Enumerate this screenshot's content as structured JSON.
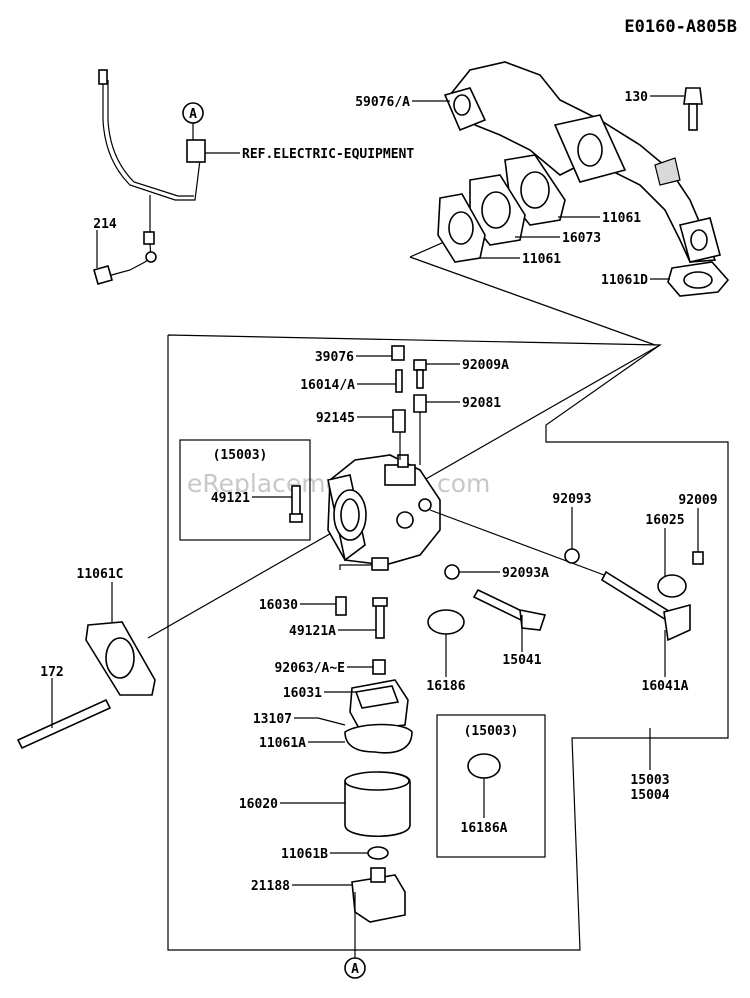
{
  "diagram_id": "E0160-A805B",
  "watermark": "eReplacementParts.com",
  "callout_letter": "A",
  "ref_note": "REF.ELECTRIC-EQUIPMENT",
  "subassembly_label": "(15003)",
  "parts": {
    "p59076": "59076/A",
    "p130": "130",
    "p214": "214",
    "p11061_a": "11061",
    "p16073": "16073",
    "p11061_b": "11061",
    "p11061D": "11061D",
    "p39076": "39076",
    "p92009A": "92009A",
    "p16014": "16014/A",
    "p92081": "92081",
    "p92145": "92145",
    "p49121": "49121",
    "p92093": "92093",
    "p92009": "92009",
    "p16025": "16025",
    "p11061C": "11061C",
    "p92093A": "92093A",
    "p16030": "16030",
    "p49121A": "49121A",
    "p15041": "15041",
    "p172": "172",
    "p92063": "92063/A~E",
    "p16186": "16186",
    "p16041A": "16041A",
    "p16031": "16031",
    "p13107": "13107",
    "p11061A": "11061A",
    "p16020": "16020",
    "p16186A": "16186A",
    "p15003": "15003",
    "p15004": "15004",
    "p11061B": "11061B",
    "p21188": "21188"
  }
}
